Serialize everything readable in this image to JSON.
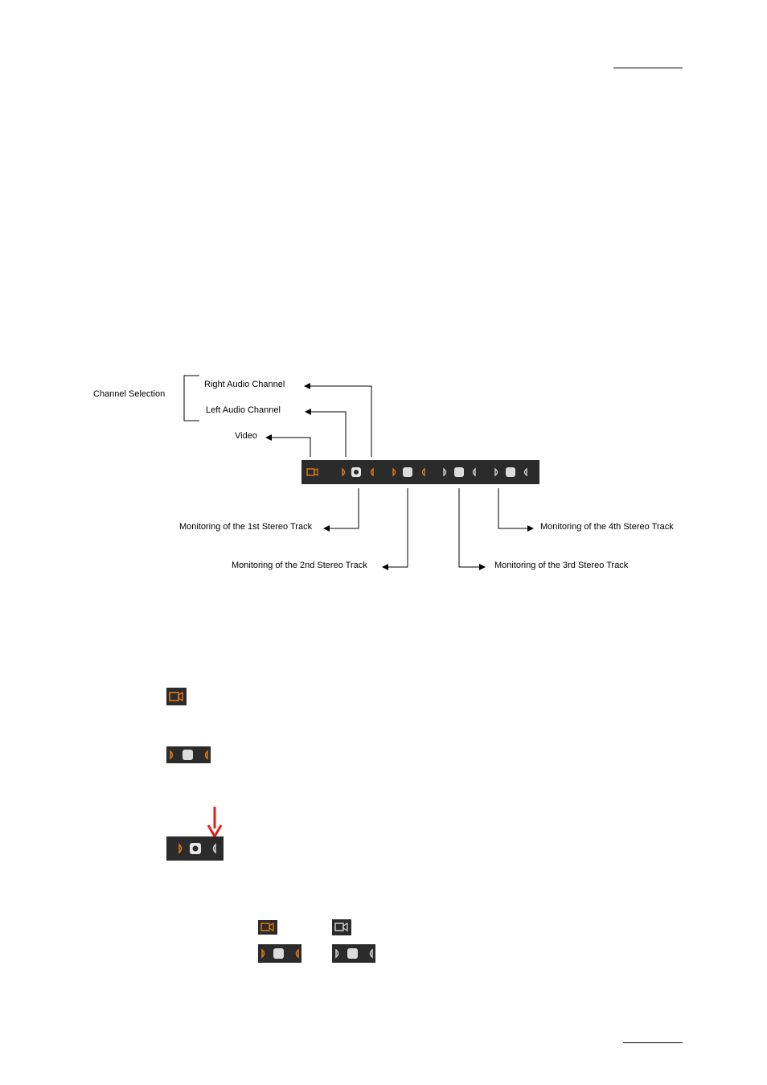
{
  "diagram": {
    "channel_selection": "Channel Selection",
    "right_audio_channel": "Right Audio Channel",
    "left_audio_channel": "Left Audio Channel",
    "video": "Video",
    "track1": "Monitoring of the 1st Stereo Track",
    "track2": "Monitoring of the 2nd Stereo Track",
    "track3": "Monitoring of the 3rd Stereo Track",
    "track4": "Monitoring of the 4th Stereo Track"
  },
  "colors": {
    "bar_bg": "#2b2b2b",
    "active_orange": "#e07a10",
    "inactive_grey": "#cfcfcf",
    "arrow_red": "#e0201c"
  },
  "icons": [
    "video-camera-icon",
    "left-channel-icon",
    "monitor-button-icon",
    "right-channel-icon",
    "red-arrow-icon"
  ]
}
